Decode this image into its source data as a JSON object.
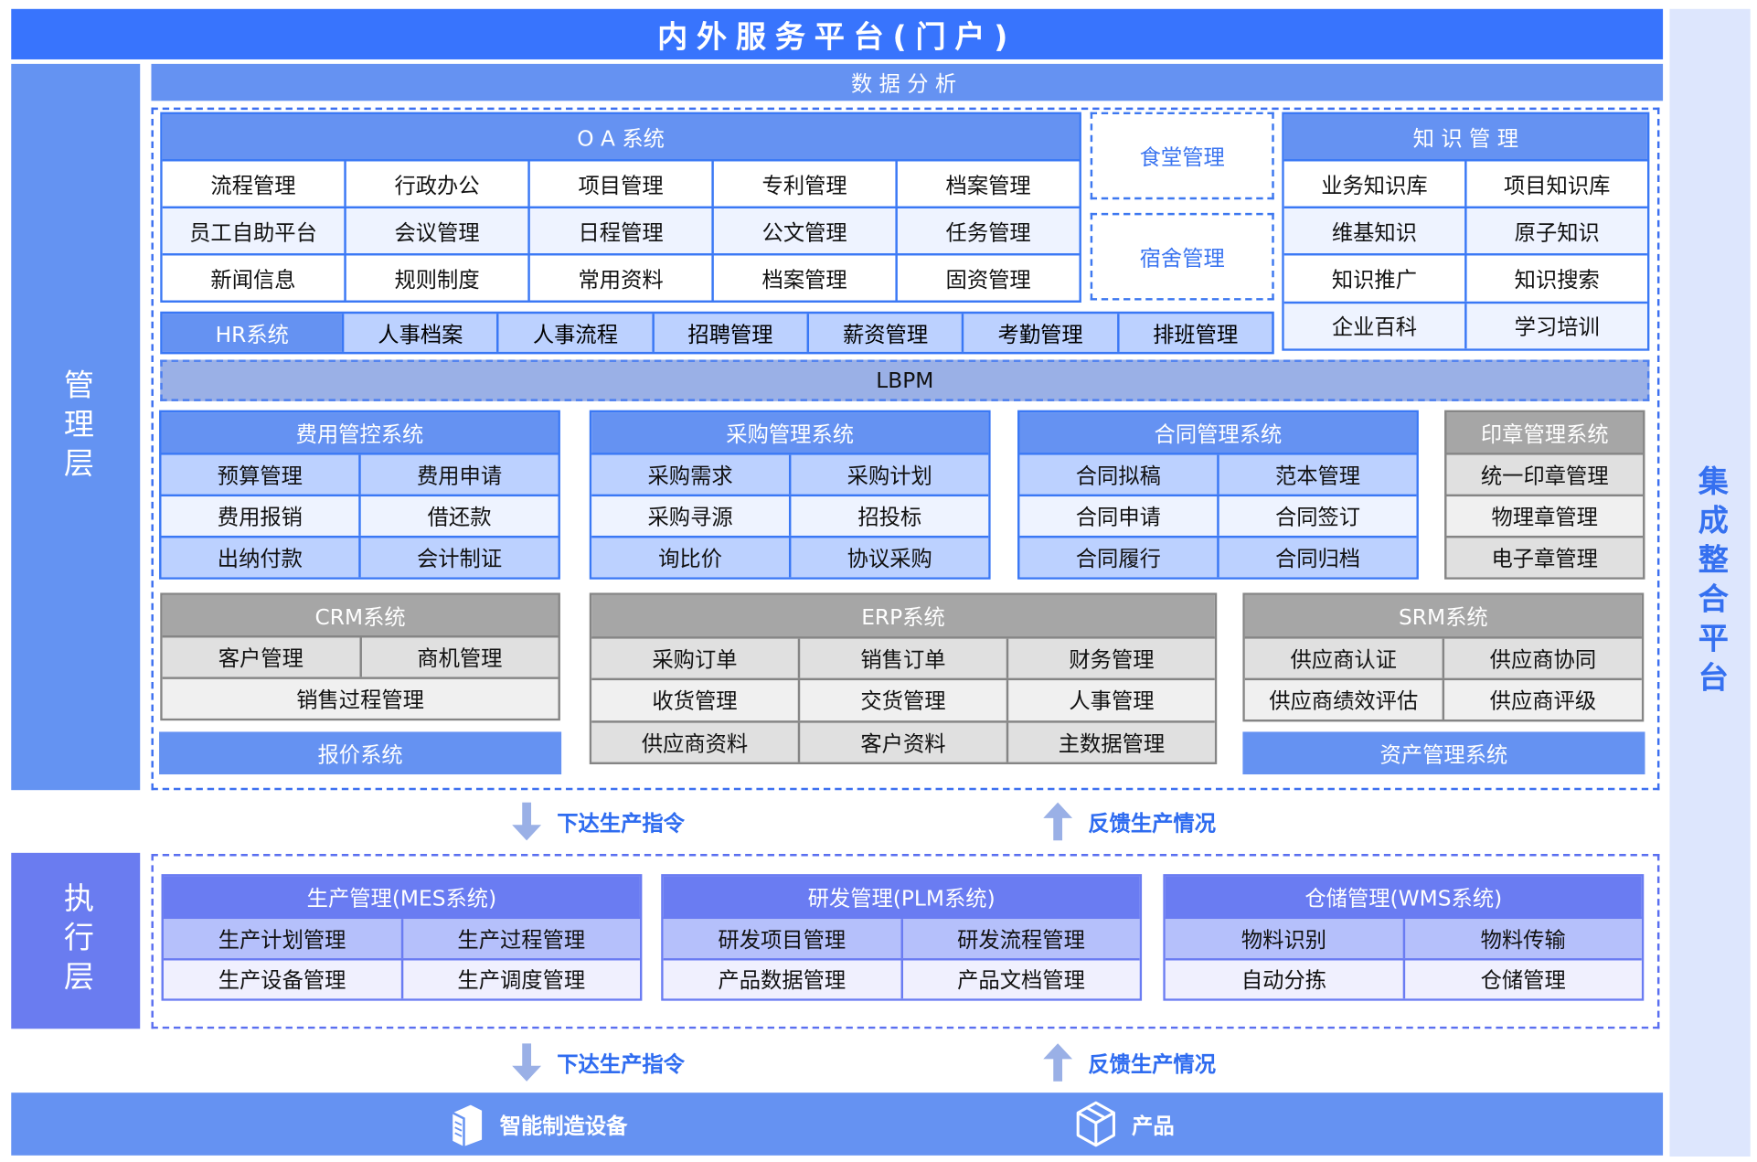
{
  "header": {
    "title": "内外服务平台(门户)",
    "right_label": "集成整合平台"
  },
  "layers": {
    "management": "管理层",
    "execution": "执行层"
  },
  "analysis": "数据分析",
  "oa": {
    "title": "O A 系统",
    "rows": [
      [
        "流程管理",
        "行政办公",
        "项目管理",
        "专利管理",
        "档案管理"
      ],
      [
        "员工自助平台",
        "会议管理",
        "日程管理",
        "公文管理",
        "任务管理"
      ],
      [
        "新闻信息",
        "规则制度",
        "常用资料",
        "档案管理",
        "固资管理"
      ]
    ]
  },
  "canteen": "食堂管理",
  "dorm": "宿舍管理",
  "knowledge": {
    "title": "知 识 管 理",
    "rows": [
      [
        "业务知识库",
        "项目知识库"
      ],
      [
        "维基知识",
        "原子知识"
      ],
      [
        "知识推广",
        "知识搜索"
      ],
      [
        "企业百科",
        "学习培训"
      ]
    ]
  },
  "hr": {
    "title": "HR系统",
    "items": [
      "人事档案",
      "人事流程",
      "招聘管理",
      "薪资管理",
      "考勤管理",
      "排班管理"
    ]
  },
  "lbpm": "LBPM",
  "expense": {
    "title": "费用管控系统",
    "rows": [
      [
        "预算管理",
        "费用申请"
      ],
      [
        "费用报销",
        "借还款"
      ],
      [
        "出纳付款",
        "会计制证"
      ]
    ]
  },
  "purchase": {
    "title": "采购管理系统",
    "rows": [
      [
        "采购需求",
        "采购计划"
      ],
      [
        "采购寻源",
        "招投标"
      ],
      [
        "询比价",
        "协议采购"
      ]
    ]
  },
  "contract": {
    "title": "合同管理系统",
    "rows": [
      [
        "合同拟稿",
        "范本管理"
      ],
      [
        "合同申请",
        "合同签订"
      ],
      [
        "合同履行",
        "合同归档"
      ]
    ]
  },
  "seal": {
    "title": "印章管理系统",
    "rows": [
      [
        "统一印章管理"
      ],
      [
        "物理章管理"
      ],
      [
        "电子章管理"
      ]
    ]
  },
  "crm": {
    "title": "CRM系统",
    "rows": [
      [
        "客户管理",
        "商机管理"
      ],
      [
        "销售过程管理"
      ]
    ]
  },
  "quote": "报价系统",
  "erp": {
    "title": "ERP系统",
    "rows": [
      [
        "采购订单",
        "销售订单",
        "财务管理"
      ],
      [
        "收货管理",
        "交货管理",
        "人事管理"
      ],
      [
        "供应商资料",
        "客户资料",
        "主数据管理"
      ]
    ]
  },
  "srm": {
    "title": "SRM系统",
    "rows": [
      [
        "供应商认证",
        "供应商协同"
      ],
      [
        "供应商绩效评估",
        "供应商评级"
      ]
    ]
  },
  "asset": "资产管理系统",
  "flow": {
    "down": "下达生产指令",
    "up": "反馈生产情况"
  },
  "mes": {
    "title": "生产管理(MES系统)",
    "rows": [
      [
        "生产计划管理",
        "生产过程管理"
      ],
      [
        "生产设备管理",
        "生产调度管理"
      ]
    ]
  },
  "plm": {
    "title": "研发管理(PLM系统)",
    "rows": [
      [
        "研发项目管理",
        "研发流程管理"
      ],
      [
        "产品数据管理",
        "产品文档管理"
      ]
    ]
  },
  "wms": {
    "title": "仓储管理(WMS系统)",
    "rows": [
      [
        "物料识别",
        "物料传输"
      ],
      [
        "自动分拣",
        "仓储管理"
      ]
    ]
  },
  "bottom": {
    "equipment": "智能制造设备",
    "product": "产品"
  },
  "colors": {
    "primary": "#3874fd",
    "secondary": "#6592f2",
    "light": "#bcd1ff",
    "gray": "#a6a6a6",
    "exec": "#6a7cf0"
  }
}
